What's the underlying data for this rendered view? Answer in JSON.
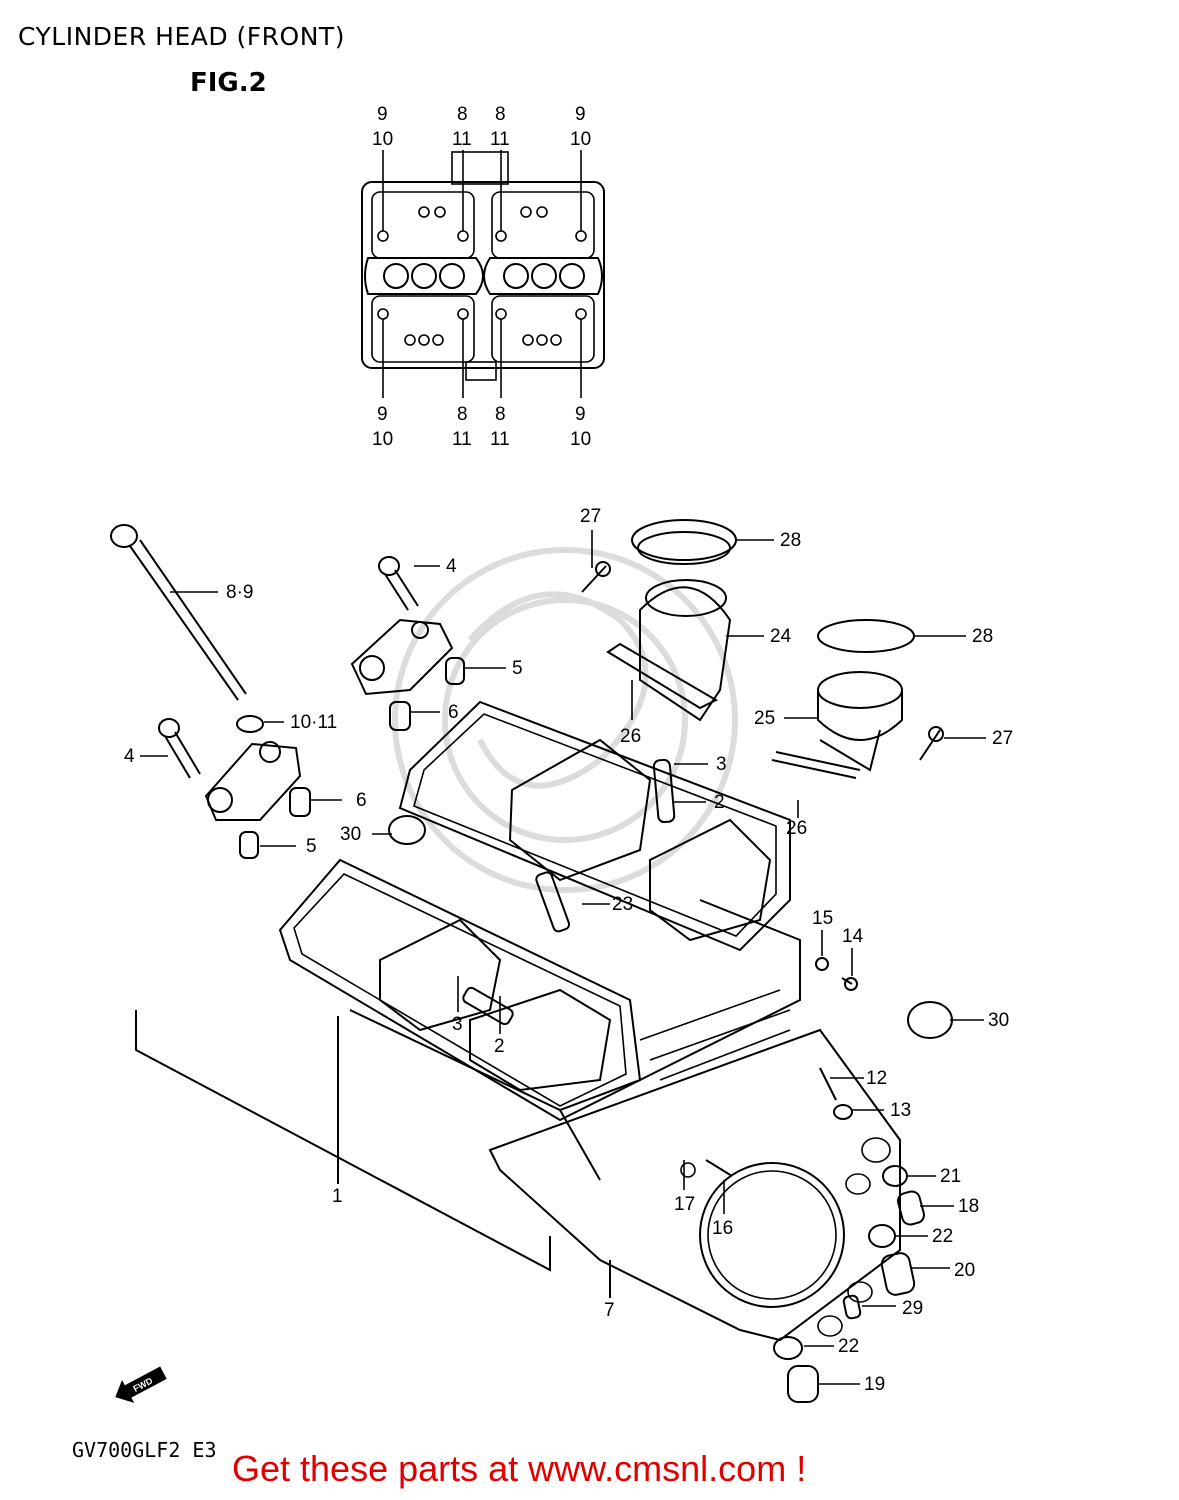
{
  "header": {
    "title": "CYLINDER HEAD (FRONT)",
    "figure": "FIG.2"
  },
  "top_view_labels": {
    "top": [
      "9",
      "10",
      "8",
      "11",
      "8",
      "11",
      "9",
      "10"
    ],
    "bottom": [
      "9",
      "10",
      "8",
      "11",
      "8",
      "11",
      "9",
      "10"
    ]
  },
  "callouts": [
    "27",
    "28",
    "4",
    "8·9",
    "24",
    "28",
    "5",
    "6",
    "10·11",
    "25",
    "26",
    "27",
    "4",
    "3",
    "2",
    "6",
    "26",
    "30",
    "5",
    "15",
    "23",
    "14",
    "30",
    "3",
    "2",
    "12",
    "13",
    "1",
    "21",
    "17",
    "18",
    "16",
    "22",
    "20",
    "7",
    "29",
    "22",
    "19"
  ],
  "fwd_label": "FWD",
  "footer": {
    "model": "GV700GLF2  E3",
    "promo": "Get these parts at www.cmsnl.com !"
  },
  "colors": {
    "promo": "#e00000",
    "line": "#000000",
    "watermark": "#dcdcdc"
  }
}
